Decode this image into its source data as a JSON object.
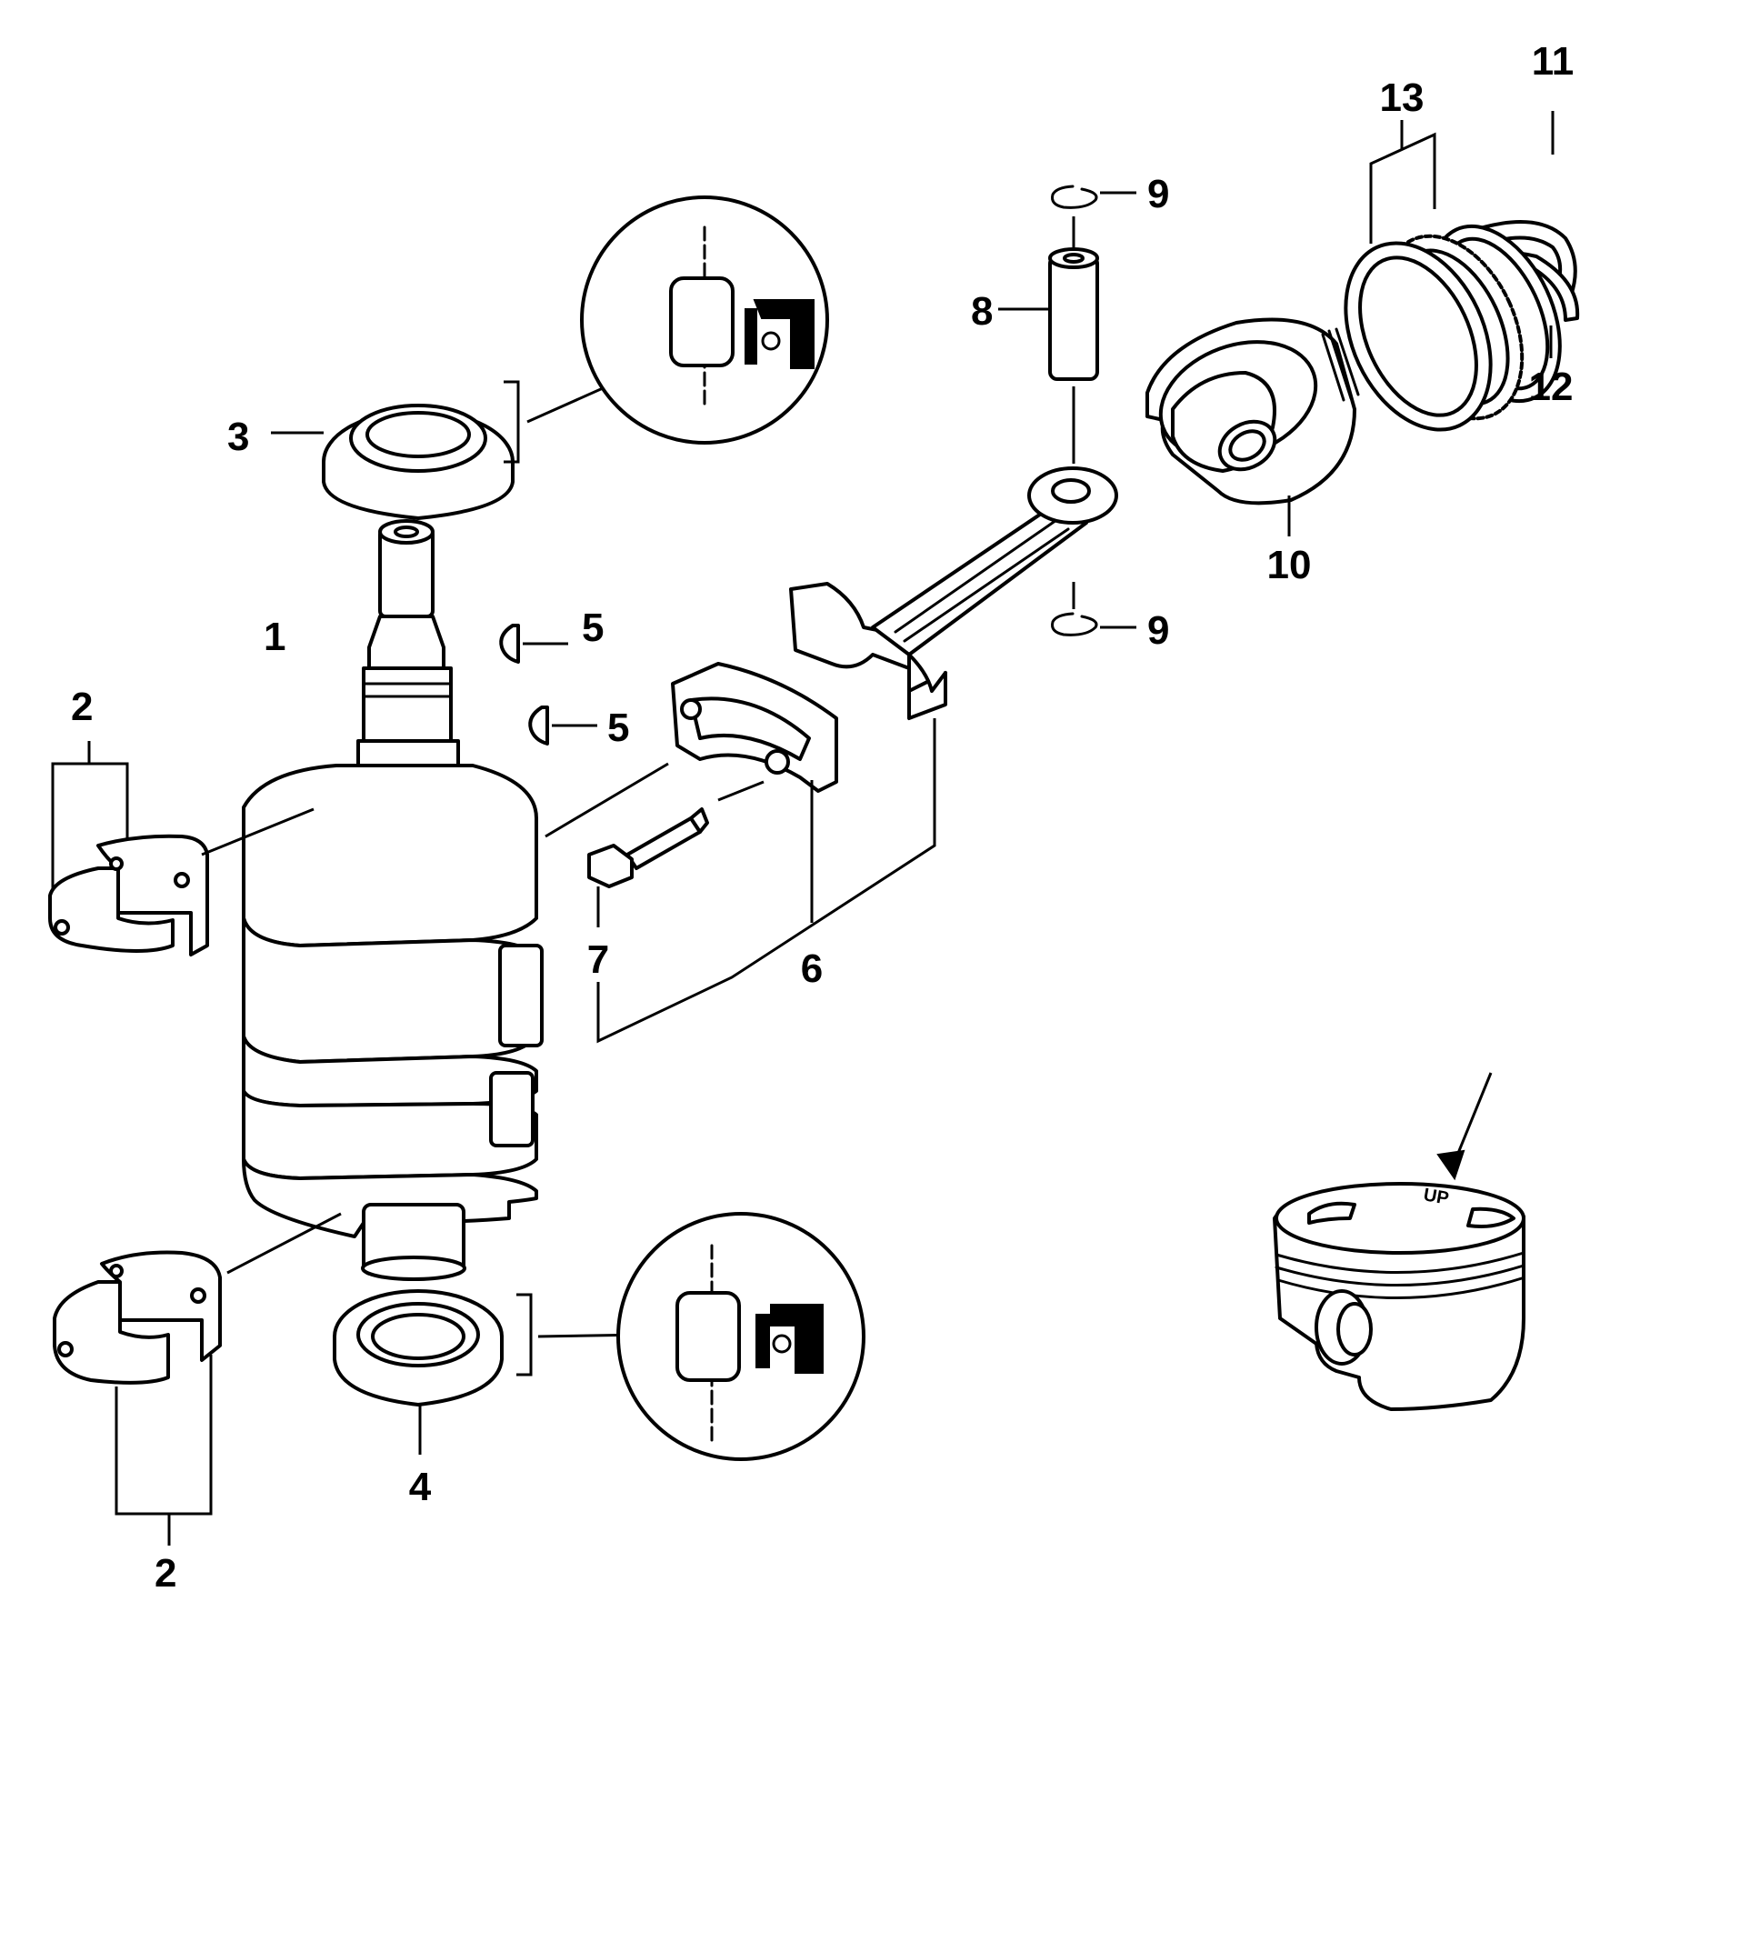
{
  "callouts": [
    {
      "id": "label-1",
      "text": "1"
    },
    {
      "id": "label-2-upper",
      "text": "2"
    },
    {
      "id": "label-2-lower",
      "text": "2"
    },
    {
      "id": "label-3",
      "text": "3"
    },
    {
      "id": "label-4",
      "text": "4"
    },
    {
      "id": "label-5-upper",
      "text": "5"
    },
    {
      "id": "label-5-lower",
      "text": "5"
    },
    {
      "id": "label-6",
      "text": "6"
    },
    {
      "id": "label-7",
      "text": "7"
    },
    {
      "id": "label-8",
      "text": "8"
    },
    {
      "id": "label-9-upper",
      "text": "9"
    },
    {
      "id": "label-9-lower",
      "text": "9"
    },
    {
      "id": "label-10",
      "text": "10"
    },
    {
      "id": "label-11",
      "text": "11"
    },
    {
      "id": "label-12",
      "text": "12"
    },
    {
      "id": "label-13",
      "text": "13"
    }
  ],
  "piston_marking": "UP"
}
